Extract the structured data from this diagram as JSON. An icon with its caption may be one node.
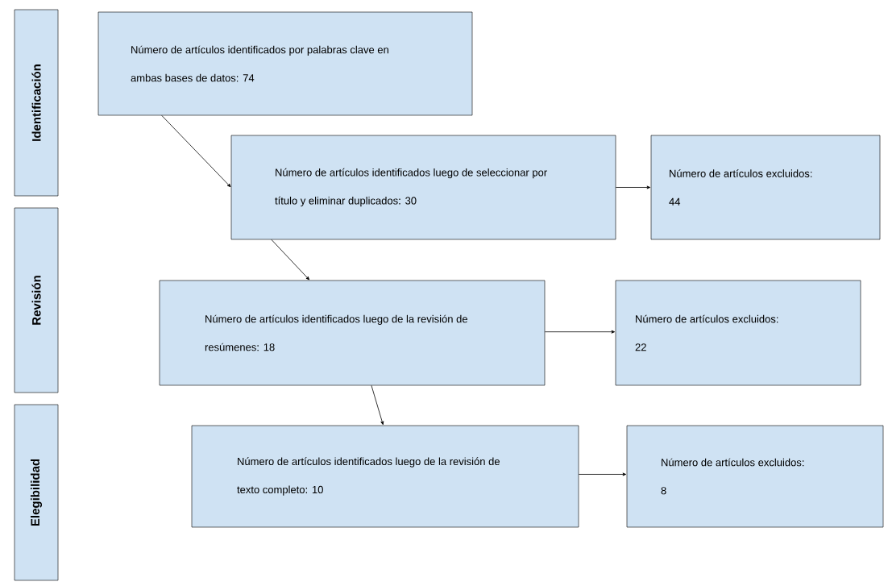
{
  "diagram": {
    "nodes": [
      {
        "text": [
          "Identificación"
        ]
      },
      {
        "text": [
          "Número de artículos identificados por palabras clave en ambas bases de datos: 74"
        ]
      },
      {
        "text": [
          "Número de artículos identificados luego de seleccionar por título y eliminar duplicados: 30"
        ]
      },
      {
        "text": [
          "Número de artículos excluidos:",
          "44"
        ]
      },
      {
        "text": [
          "Revisión"
        ]
      },
      {
        "text": [
          "Número de artículos identificados luego de la revisión de resúmenes: 18"
        ]
      },
      {
        "text": [
          "Número de artículos excluidos:",
          "22"
        ]
      },
      {
        "text": [
          "Elegibilidad"
        ]
      },
      {
        "text": [
          "Número de artículos identificados luego de la revisión de texto completo: 10"
        ]
      },
      {
        "text": [
          "Número de artículos excluidos:",
          "8"
        ]
      }
    ],
    "edges": [
      {
        "from": 1,
        "to": 2,
        "arrow": "to"
      },
      {
        "from": 2,
        "to": 3,
        "arrow": "to"
      },
      {
        "from": 2,
        "to": 5,
        "arrow": "to"
      },
      {
        "from": 5,
        "to": 6,
        "arrow": "to"
      },
      {
        "from": 5,
        "to": 8,
        "arrow": "to"
      },
      {
        "from": 8,
        "to": 9,
        "arrow": "to"
      }
    ]
  }
}
